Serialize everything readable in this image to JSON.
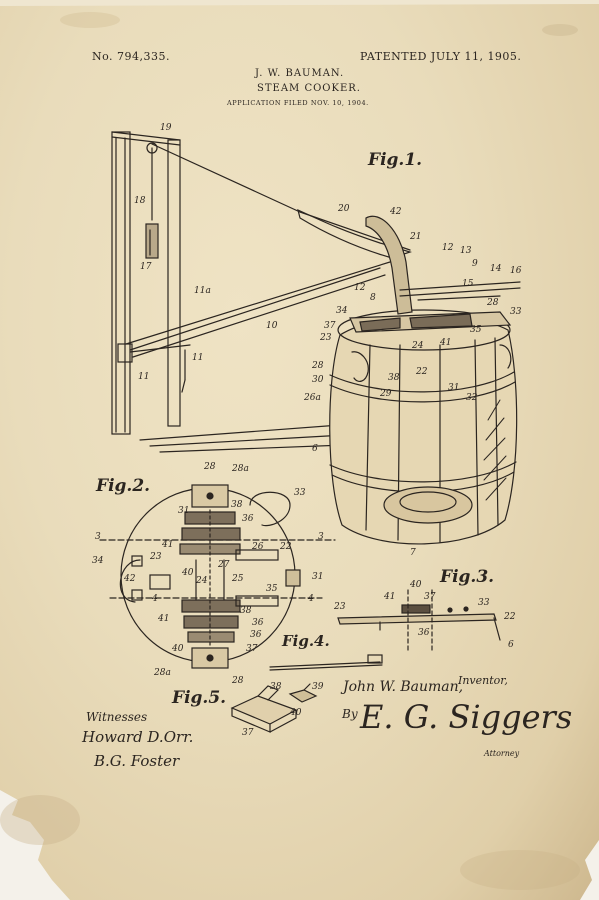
{
  "header": {
    "patent_number": "No. 794,335.",
    "patent_date": "PATENTED JULY 11, 1905.",
    "inventor": "J. W. BAUMAN.",
    "title": "STEAM COOKER.",
    "application": "APPLICATION FILED NOV. 10, 1904."
  },
  "figures": {
    "fig1": "Fig.1.",
    "fig2": "Fig.2.",
    "fig3": "Fig.3.",
    "fig4": "Fig.4.",
    "fig5": "Fig.5."
  },
  "signatures": {
    "witnesses_label": "Witnesses",
    "witness_1": "Howard D.Orr.",
    "witness_2": "B.G. Foster",
    "inventor_signature": "John W. Bauman,",
    "inventor_label": "Inventor,",
    "by_label": "By",
    "attorney_signature": "E. G. Siggers",
    "attorney_label": "Attorney"
  },
  "reference_numerals": {
    "fig1": [
      "19",
      "18",
      "17",
      "11a",
      "11",
      "11",
      "10",
      "20",
      "42",
      "21",
      "12",
      "13",
      "9",
      "14",
      "16",
      "12",
      "8",
      "15",
      "28",
      "33",
      "34",
      "37",
      "23",
      "28",
      "30",
      "26a",
      "38",
      "29",
      "22",
      "31",
      "32",
      "6",
      "7",
      "35",
      "24",
      "41"
    ],
    "fig2": [
      "28",
      "28a",
      "33",
      "31",
      "38",
      "36",
      "3",
      "3",
      "41",
      "26",
      "22",
      "23",
      "34",
      "42",
      "40",
      "24",
      "27",
      "25",
      "31",
      "35",
      "4",
      "4",
      "41",
      "38",
      "36",
      "40",
      "37",
      "28a",
      "36"
    ],
    "fig3": [
      "41",
      "40",
      "37",
      "33",
      "23",
      "22",
      "36",
      "6"
    ],
    "fig5": [
      "28",
      "38",
      "39",
      "40",
      "37"
    ]
  },
  "colors": {
    "paper": "#e9dcbb",
    "ink": "#2b2520",
    "stain": "#cdb78d"
  }
}
